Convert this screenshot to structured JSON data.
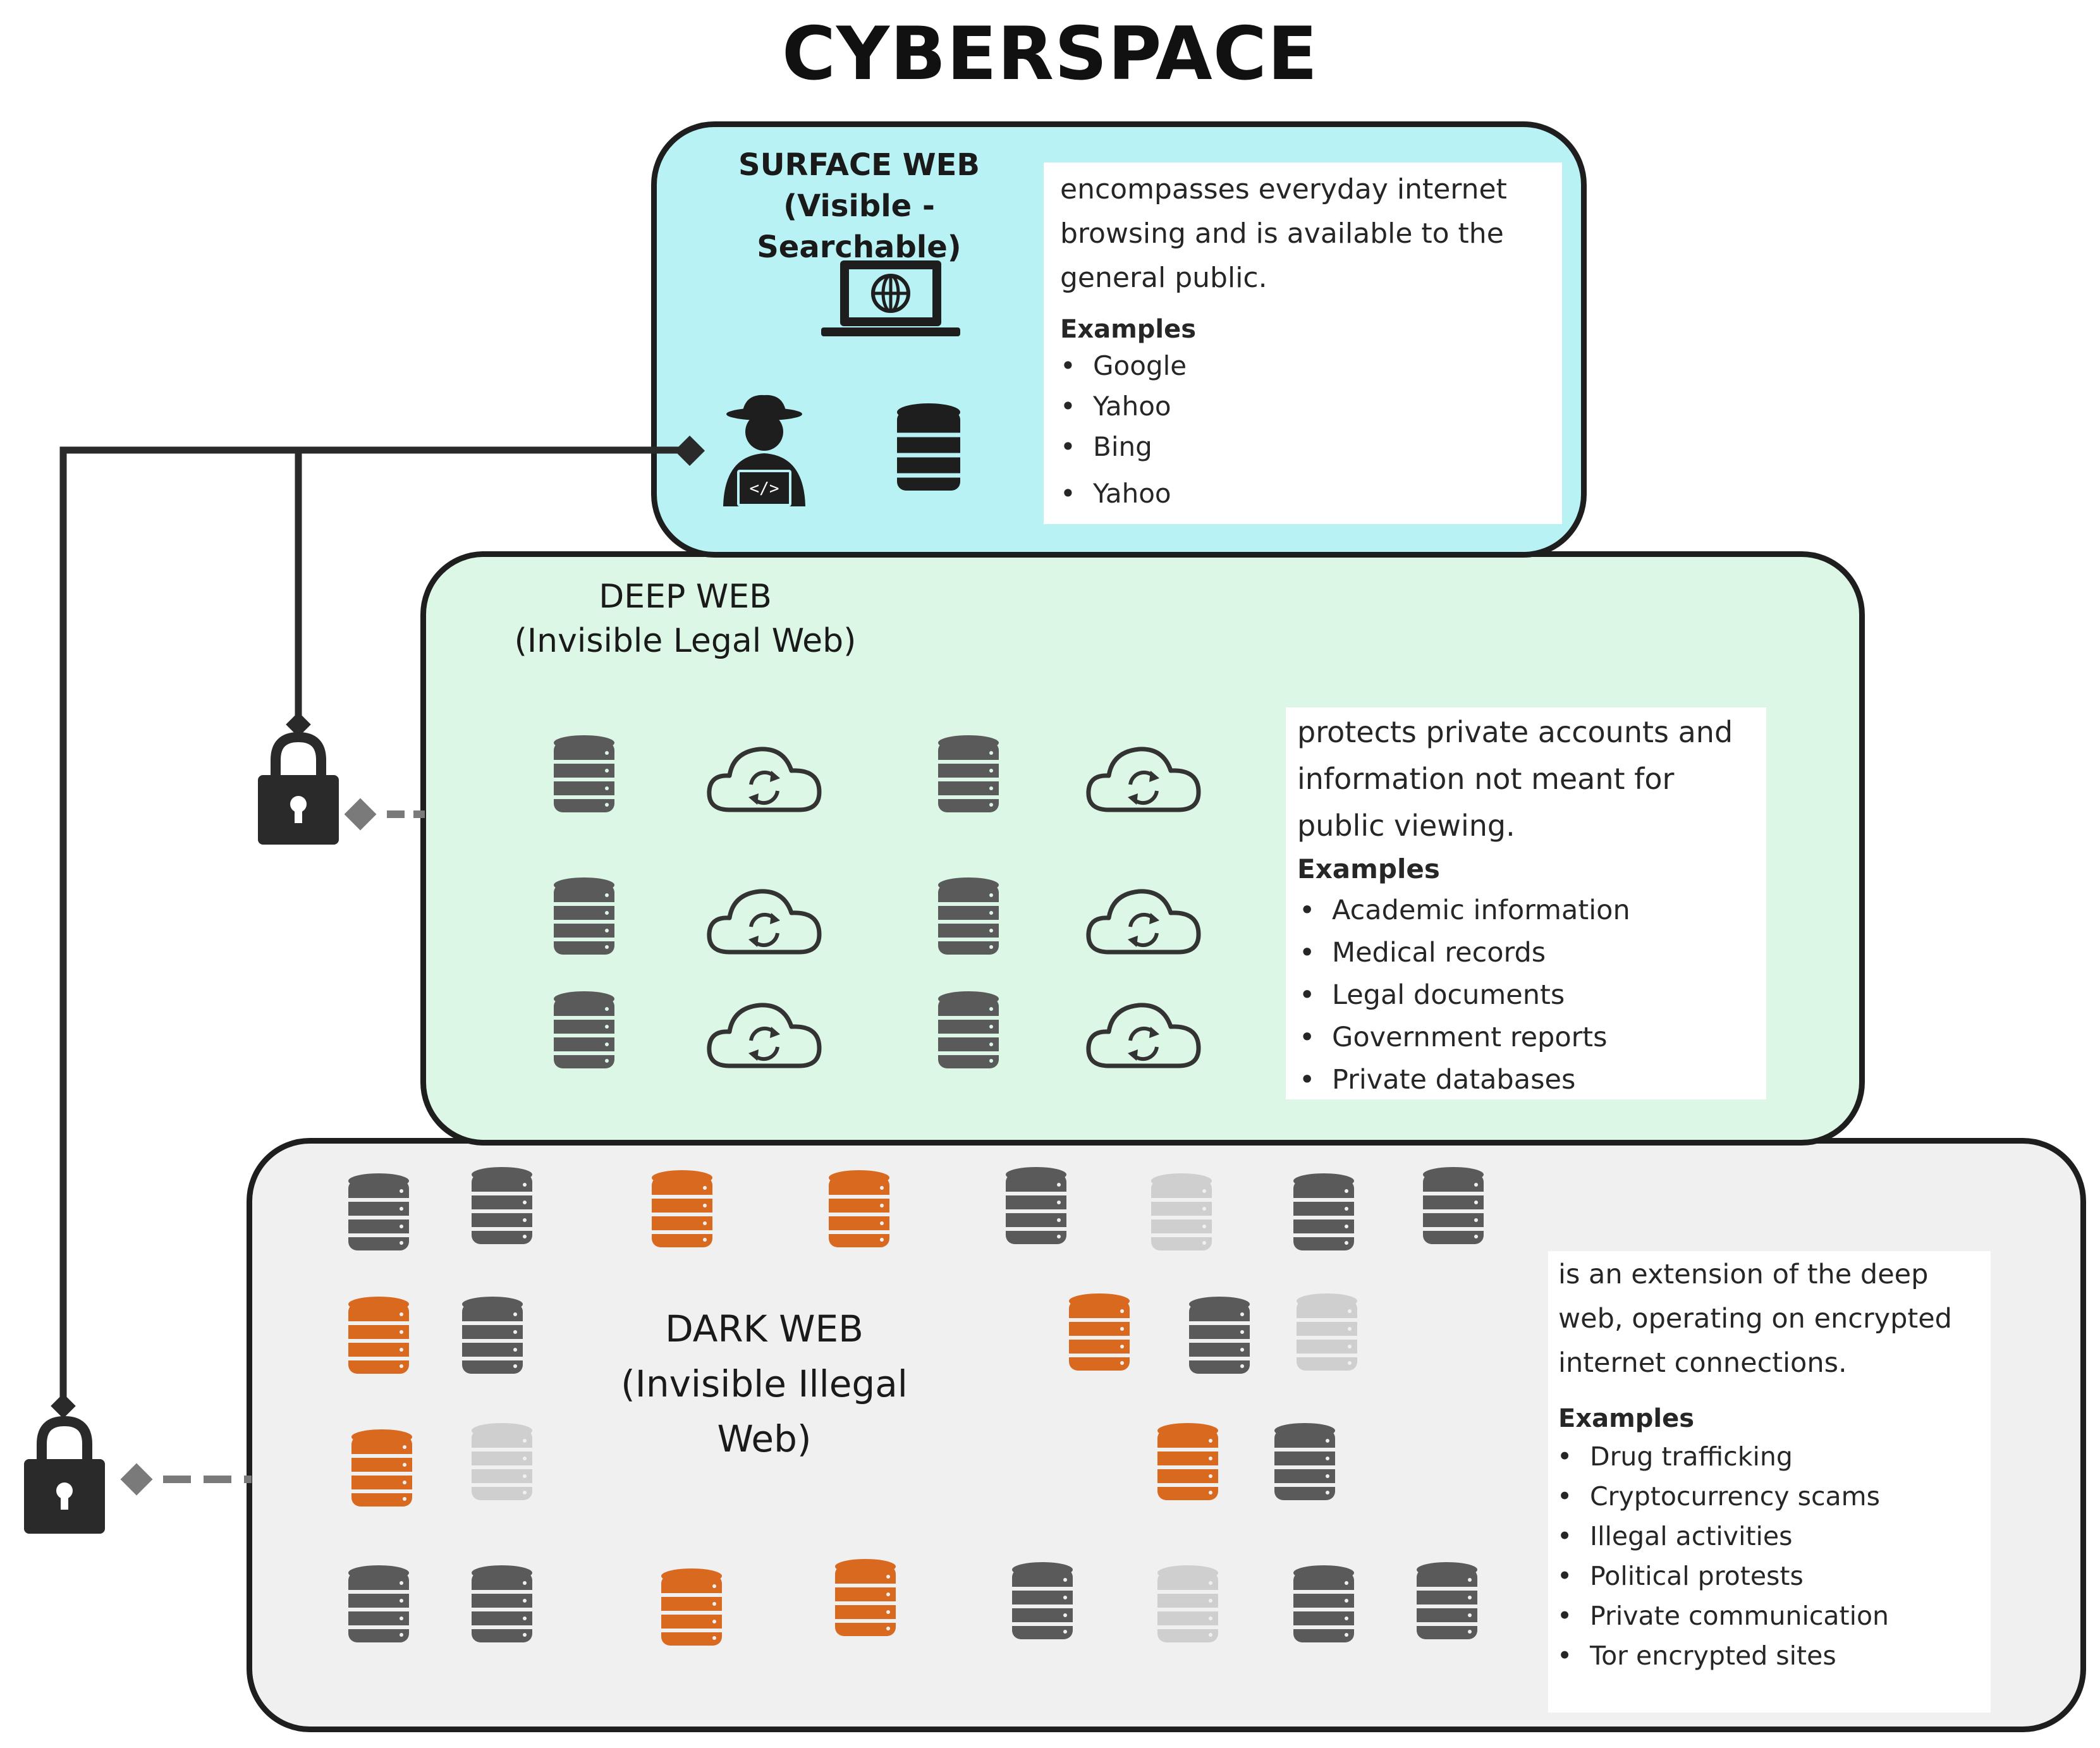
{
  "title": "CYBERSPACE",
  "layers": {
    "surface": {
      "name": "SURFACE WEB",
      "subtitle": "(Visible - Searchable)",
      "description": "encompasses everyday internet browsing and is available to the general public.",
      "examples_label": "Examples",
      "examples": [
        "Google",
        "Yahoo",
        "Bing",
        "Yahoo"
      ],
      "color": "#b8f2f4"
    },
    "deep": {
      "name": "DEEP WEB",
      "subtitle": "(Invisible Legal Web)",
      "description": "protects private accounts and information not meant for public viewing.",
      "examples_label": "Examples",
      "examples": [
        "Academic information",
        "Medical records",
        "Legal documents",
        "Government reports",
        "Private databases"
      ],
      "color": "#dcf7e6"
    },
    "dark": {
      "name": "DARK WEB",
      "subtitle": "(Invisible Illegal Web)",
      "description": "is an extension of the deep web, operating on encrypted internet connections.",
      "examples_label": "Examples",
      "examples": [
        "Drug trafficking",
        "Cryptocurrency scams",
        "Illegal activities",
        "Political protests",
        "Private communication",
        "Tor encrypted sites"
      ],
      "color": "#f0f0f0"
    }
  },
  "icons": {
    "surface": [
      "laptop-globe-icon",
      "hacker-icon",
      "database-icon"
    ],
    "deep": [
      "database-icon",
      "cloud-sync-icon"
    ],
    "dark": [
      "database-icon"
    ],
    "connectors": [
      "padlock-icon"
    ]
  },
  "colors": {
    "database_dark": "#5a5a5a",
    "database_orange": "#d9691f",
    "database_light": "#cfcfcf",
    "outline": "#1e1e1e"
  }
}
